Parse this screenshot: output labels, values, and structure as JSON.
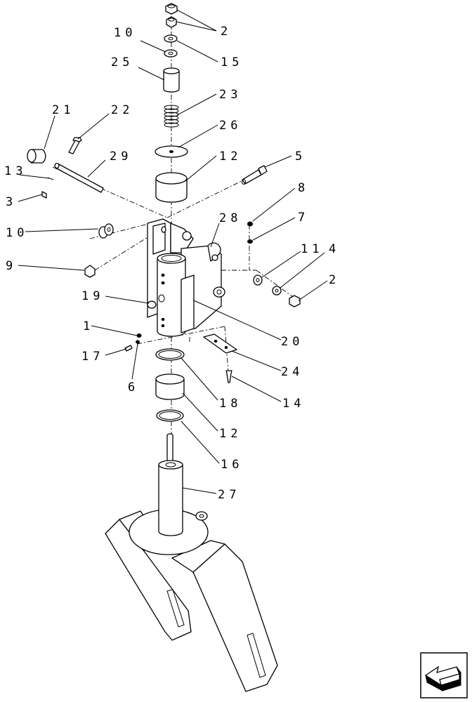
{
  "diagram": {
    "callouts": [
      "2",
      "10",
      "15",
      "25",
      "23",
      "21",
      "22",
      "26",
      "29",
      "13",
      "12",
      "5",
      "3",
      "8",
      "7",
      "10",
      "28",
      "11",
      "4",
      "9",
      "19",
      "2",
      "1",
      "20",
      "17",
      "24",
      "6",
      "14",
      "18",
      "12",
      "16",
      "27"
    ]
  },
  "nav_icon": "next-page-arrow-icon"
}
